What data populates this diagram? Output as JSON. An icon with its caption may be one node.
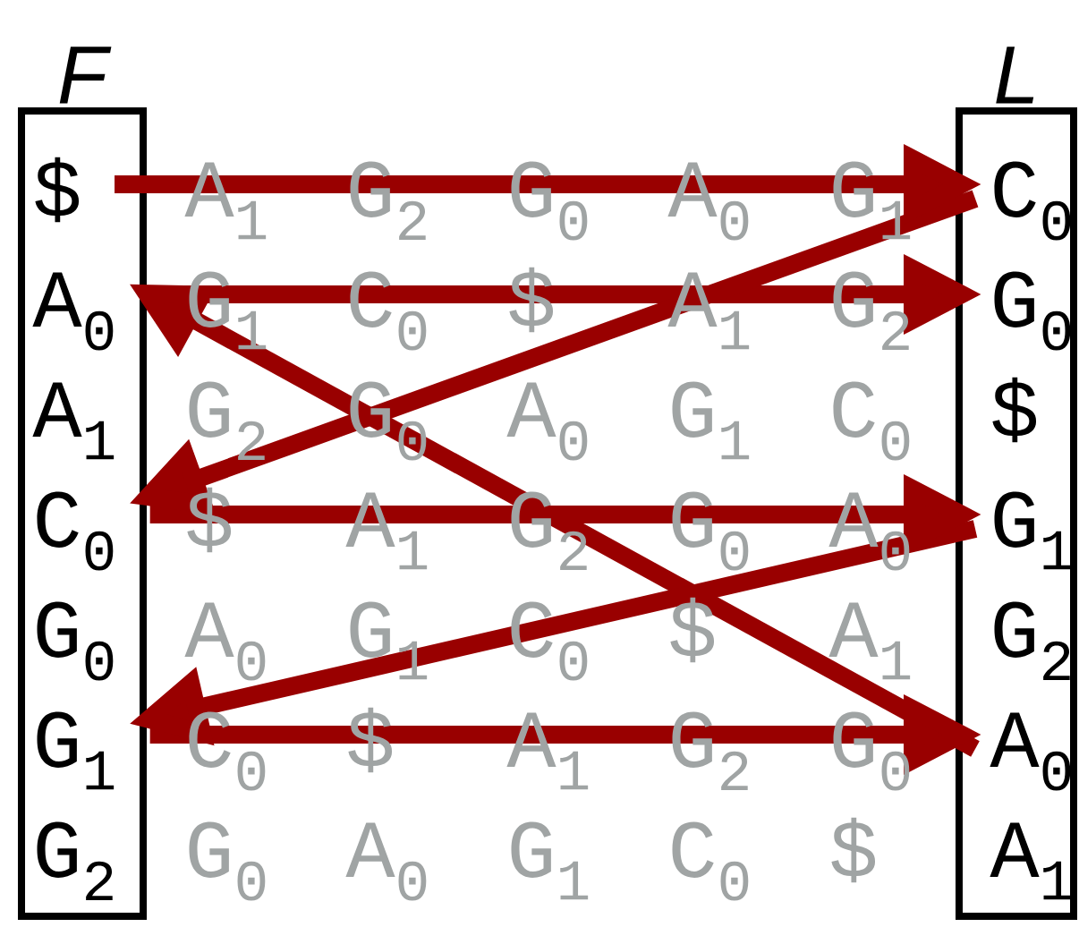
{
  "diagram": {
    "nodes": [
      {
        "text": [
          "F"
        ]
      },
      {
        "text": [
          "$"
        ],
        "in": 0
      },
      {
        "text": [
          "A$_{0}$"
        ],
        "in": 0
      },
      {
        "text": [
          "A$_{1}$"
        ],
        "in": 0
      },
      {
        "text": [
          "C$_{0}$"
        ],
        "in": 0
      },
      {
        "text": [
          "G$_{0}$"
        ],
        "in": 0
      },
      {
        "text": [
          "G$_{1}$"
        ],
        "in": 0
      },
      {
        "text": [
          "G$_{2}$"
        ],
        "in": 0
      },
      {
        "text": [
          "L"
        ]
      },
      {
        "text": [
          "C$_{0}$"
        ],
        "in": 8
      },
      {
        "text": [
          "G$_{0}$"
        ],
        "in": 8
      },
      {
        "text": [
          "$"
        ],
        "in": 8
      },
      {
        "text": [
          "G$_{1}$"
        ],
        "in": 8
      },
      {
        "text": [
          "G$_{2}$"
        ],
        "in": 8
      },
      {
        "text": [
          "A$_{0}$"
        ],
        "in": 8
      },
      {
        "text": [
          "A$_{1}$"
        ],
        "in": 8
      }
    ],
    "edges": [
      {
        "from": 1,
        "to": 9,
        "arrow": "to"
      },
      {
        "from": 9,
        "to": 4,
        "arrow": "to"
      },
      {
        "from": 4,
        "to": 12,
        "arrow": "to"
      },
      {
        "from": 12,
        "to": 6,
        "arrow": "to"
      },
      {
        "from": 6,
        "to": 14,
        "arrow": "to"
      },
      {
        "from": 14,
        "to": 2,
        "arrow": "to"
      },
      {
        "from": 2,
        "to": 10,
        "arrow": "to"
      }
    ],
    "labels": [
      "A$_{1}$",
      "G$_{2}$",
      "G$_{0}$",
      "A$_{0}$",
      "G$_{1}$",
      "G$_{1}$",
      "C$_{0}$",
      "$",
      "A$_{1}$",
      "G$_{2}$",
      "G$_{2}$",
      "G$_{0}$",
      "A$_{0}$",
      "G$_{1}$",
      "C$_{0}$",
      "$",
      "A$_{1}$",
      "G$_{2}$",
      "G$_{0}$",
      "A$_{0}$",
      "A$_{0}$",
      "G$_{1}$",
      "C$_{0}$",
      "$",
      "A$_{1}$",
      "C$_{0}$",
      "$",
      "A$_{1}$",
      "G$_{2}$",
      "G$_{0}$",
      "G$_{0}$",
      "A$_{0}$",
      "G$_{1}$",
      "C$_{0}$",
      "$"
    ]
  }
}
